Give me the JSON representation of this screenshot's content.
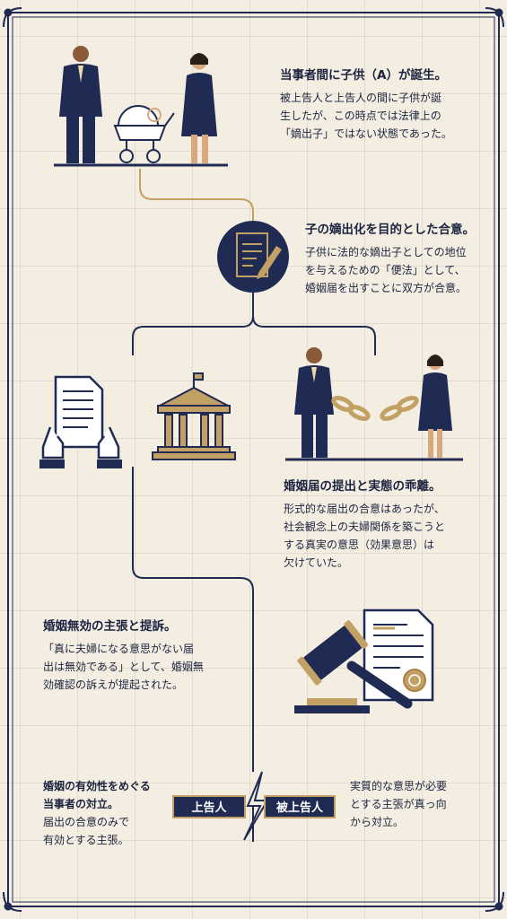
{
  "sections": [
    {
      "id": "birth",
      "heading": "当事者間に子供（A）が誕生。",
      "body": "被上告人と上告人の間に子供が誕\n生したが、この時点では法律上の\n「嫡出子」ではない状態であった。"
    },
    {
      "id": "agreement",
      "heading": "子の嫡出化を目的とした合意。",
      "body": "子供に法的な嫡出子としての地位\nを与えるための「便法」として、\n婚姻届を出すことに双方が合意。"
    },
    {
      "id": "divergence",
      "heading": "婚姻届の提出と実態の乖離。",
      "body": "形式的な届出の合意はあったが、\n社会観念上の夫婦関係を築こうと\nする真実の意思（効果意思）は\n欠けていた。"
    },
    {
      "id": "lawsuit",
      "heading": "婚姻無効の主張と提訴。",
      "body": "「真に夫婦になる意思がない届\n出は無効である」として、婚姻無\n効確認の訴えが提起された。"
    }
  ],
  "conflict": {
    "left_heading": "婚姻の有効性をめぐる\n当事者の対立。",
    "left_body": "届出の合意のみで\n有効とする主張。",
    "appellant_label": "上告人",
    "appellee_label": "被上告人",
    "right_body": "実質的な意思が必要\nとする主張が真っ向\nから対立。"
  },
  "colors": {
    "navy": "#1f2b52",
    "gold": "#c3a064",
    "paper": "#f3eee1"
  },
  "icons": [
    "family-with-stroller-icon",
    "document-signing-icon",
    "form-in-hands-icon",
    "courthouse-icon",
    "chained-couple-icon",
    "gavel-icon",
    "certificate-icon",
    "lightning-split-icon"
  ]
}
